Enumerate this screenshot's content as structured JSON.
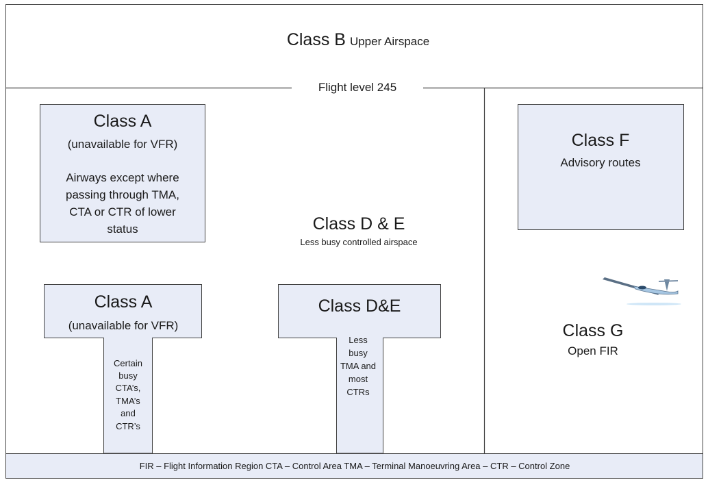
{
  "upper": {
    "title": "Class B",
    "subtitle": "Upper Airspace"
  },
  "flight_level": "Flight level 245",
  "class_a_top": {
    "title": "Class A",
    "subtitle": "(unavailable for VFR)",
    "description": [
      "Airways except where",
      "passing through TMA,",
      "CTA or CTR of lower",
      "status"
    ]
  },
  "class_de_middle": {
    "title": "Class D & E",
    "subtitle": "Less busy controlled airspace"
  },
  "class_a_bottom": {
    "title": "Class A",
    "subtitle": "(unavailable for VFR)",
    "description": [
      "Certain",
      "busy",
      "CTA’s,",
      "TMA’s",
      "and",
      "CTR’s"
    ]
  },
  "class_de_bottom": {
    "title": "Class D&E",
    "description": [
      "Less",
      "busy",
      "TMA and",
      "most",
      "CTRs"
    ]
  },
  "class_f": {
    "title": "Class F",
    "subtitle": "Advisory routes"
  },
  "class_g": {
    "title": "Class G",
    "subtitle": "Open FIR"
  },
  "footer": {
    "legend": "FIR – Flight Information Region  CTA – Control Area  TMA – Terminal Manoeuvring Area – CTR – Control Zone"
  },
  "colors": {
    "box_fill": "#e8ecf7",
    "border": "#404040",
    "footer_fill": "#e8ecf7"
  },
  "icons": {
    "aircraft": "glider-icon"
  }
}
